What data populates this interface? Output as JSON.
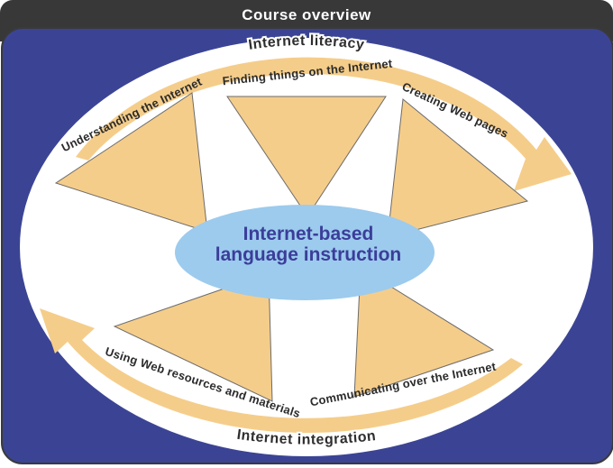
{
  "header": {
    "title": "Course overview"
  },
  "diagram": {
    "top_arc_label": "Internet literacy",
    "bottom_arc_label": "Internet integration",
    "center": {
      "line1": "Internet-based",
      "line2": "language instruction"
    },
    "topics": [
      {
        "label": "Understanding the Internet"
      },
      {
        "label": "Finding things on the Internet"
      },
      {
        "label": "Creating Web pages"
      },
      {
        "label": "Using Web resources and materials"
      },
      {
        "label": "Communicating over the Internet"
      }
    ],
    "colors": {
      "dark_bar": "#383838",
      "panel_blue": "#3B4494",
      "ellipse_white": "#ffffff",
      "tan": "#F5CD8A",
      "sky_blue": "#9CCBEE",
      "center_text_blue": "#3B3E99",
      "label_dark": "#2b2b2b"
    }
  }
}
